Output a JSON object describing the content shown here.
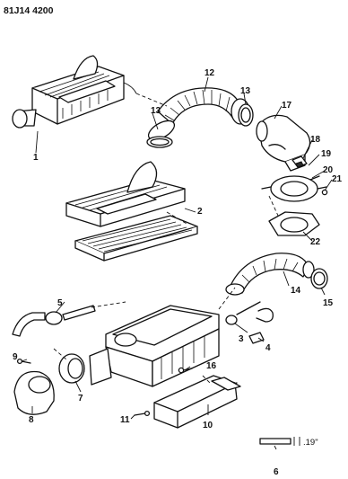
{
  "figure_code": "81J14 4200",
  "callouts": [
    "1",
    "2",
    "3",
    "4",
    "5",
    "6",
    "7",
    "8",
    "9",
    "10",
    "11",
    "12",
    "13",
    "13",
    "14",
    "15",
    "16",
    "17",
    "18",
    "19",
    "20",
    "21",
    "22"
  ],
  "dimension_label": ".19\""
}
